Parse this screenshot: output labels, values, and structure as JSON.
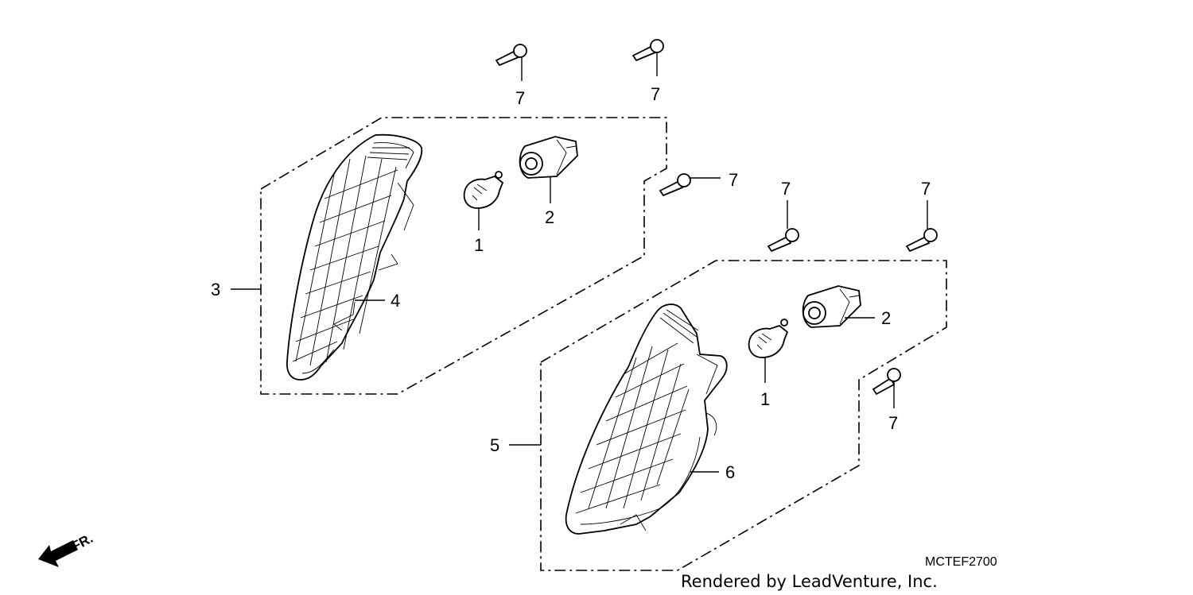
{
  "diagram": {
    "labels": {
      "bulb_1_left": "1",
      "socket_2_left": "2",
      "housing_3": "3",
      "lens_4": "4",
      "housing_5": "5",
      "lens_6": "6",
      "bulb_1_right": "1",
      "socket_2_right": "2",
      "screw_7_a": "7",
      "screw_7_b": "7",
      "screw_7_c": "7",
      "screw_7_d": "7",
      "screw_7_e": "7",
      "screw_7_f": "7"
    },
    "direction_label": "FR.",
    "diagram_code": "MCTEF2700",
    "credit": "Rendered by LeadVenture, Inc."
  }
}
